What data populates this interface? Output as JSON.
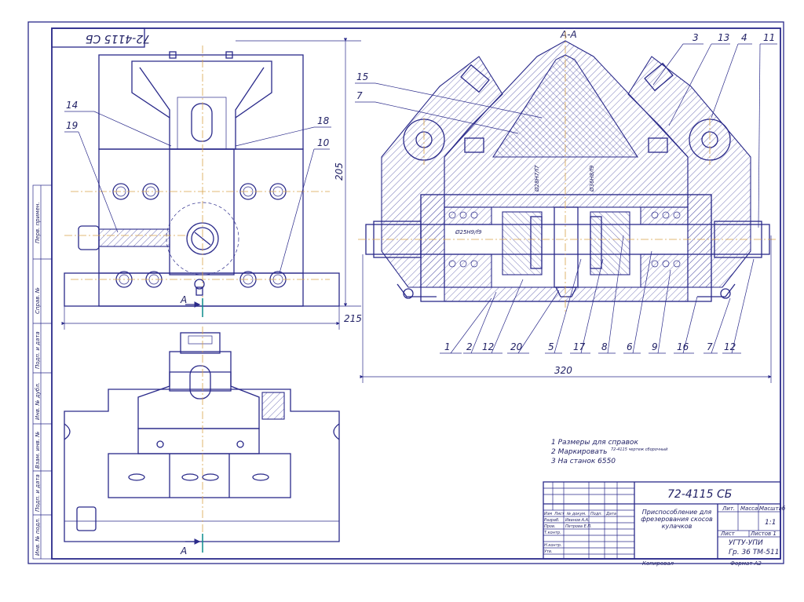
{
  "drawing_code": "72-4115 СБ",
  "drawing_code_rotated": "72-4115 СБ",
  "section_label": "А-А",
  "view_marker": "А",
  "view_marker_bottom": "А",
  "part_numbers_top": [
    "3",
    "13",
    "4",
    "11"
  ],
  "part_numbers_left_section": [
    "15",
    "7"
  ],
  "part_numbers_left_view": [
    "14",
    "19",
    "18",
    "10"
  ],
  "part_numbers_bottom": [
    "1",
    "2",
    "12",
    "20",
    "5",
    "17",
    "8",
    "6",
    "9",
    "16",
    "7",
    "12"
  ],
  "dimensions": {
    "height_left": "205",
    "width_left": "215",
    "width_right": "320",
    "fit_1": "Ø25Н9/f9",
    "fit_2": "Ø28Н7/f7",
    "fit_3": "Ø36Н8/f9"
  },
  "notes": [
    "1  Размеры для справок",
    "2  Маркировать",
    "3  На станок 6550"
  ],
  "note_small": "72-4115 чертеж сборочный",
  "title_block": {
    "code": "72-4115 СБ",
    "title": "Приспособление для фрезерования скосов кулачков",
    "col_lit": "Лит.",
    "col_mass": "Масса",
    "col_scale": "Масштаб",
    "scale": "1:1",
    "sheet": "Лист",
    "sheets": "Листов 1",
    "org": "УГТУ-УПИ",
    "group": "Гр. 36 ТМ-511",
    "copied": "Копировал",
    "format": "Формат А2",
    "rows": [
      "Изм",
      "Лист",
      "№ докум.",
      "Подп.",
      "Дата"
    ],
    "roles": [
      "Разраб.",
      "Пров.",
      "Т.контр.",
      "Н.контр.",
      "Утв."
    ],
    "names": [
      "Иванов А.А.",
      "Петрова Е.П."
    ]
  },
  "side_stamps": [
    "Перв. примен.",
    "Справ. №",
    "Подп. и дата",
    "Инв. № дубл.",
    "Взам. инв. №",
    "Подп. и дата",
    "Инв. № подл."
  ]
}
